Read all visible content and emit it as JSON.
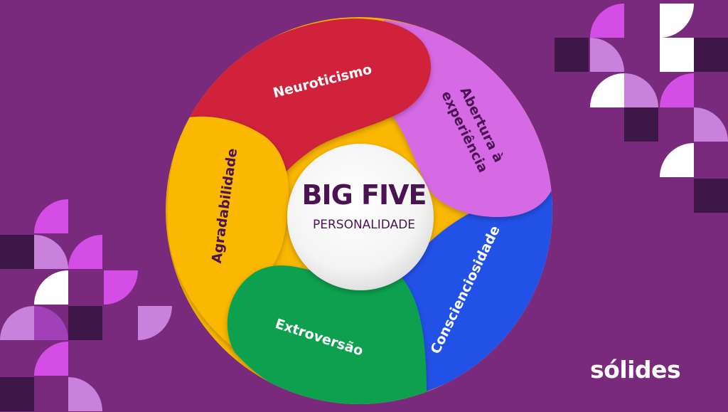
{
  "center": {
    "title": "BIG FIVE",
    "subtitle": "PERSONALIDADE"
  },
  "segments": [
    {
      "key": "neuroticismo",
      "label": "Neuroticismo",
      "color": "#d0203a",
      "text_color": "#ffffff"
    },
    {
      "key": "abertura",
      "label_line1": "Abertura à",
      "label_line2": "experiência",
      "color": "#d66ae4",
      "text_color": "#4a1452"
    },
    {
      "key": "conscienciosidade",
      "label": "Conscienciosidade",
      "color": "#2451e8",
      "text_color": "#ffffff"
    },
    {
      "key": "extroversao",
      "label": "Extroversão",
      "color": "#10a150",
      "text_color": "#ffffff"
    },
    {
      "key": "agradabilidade",
      "label": "Agradabilidade",
      "color": "#fbb800",
      "text_color": "#4a1452"
    }
  ],
  "brand": {
    "logo": "sólides",
    "background": "#7a2a7c"
  }
}
